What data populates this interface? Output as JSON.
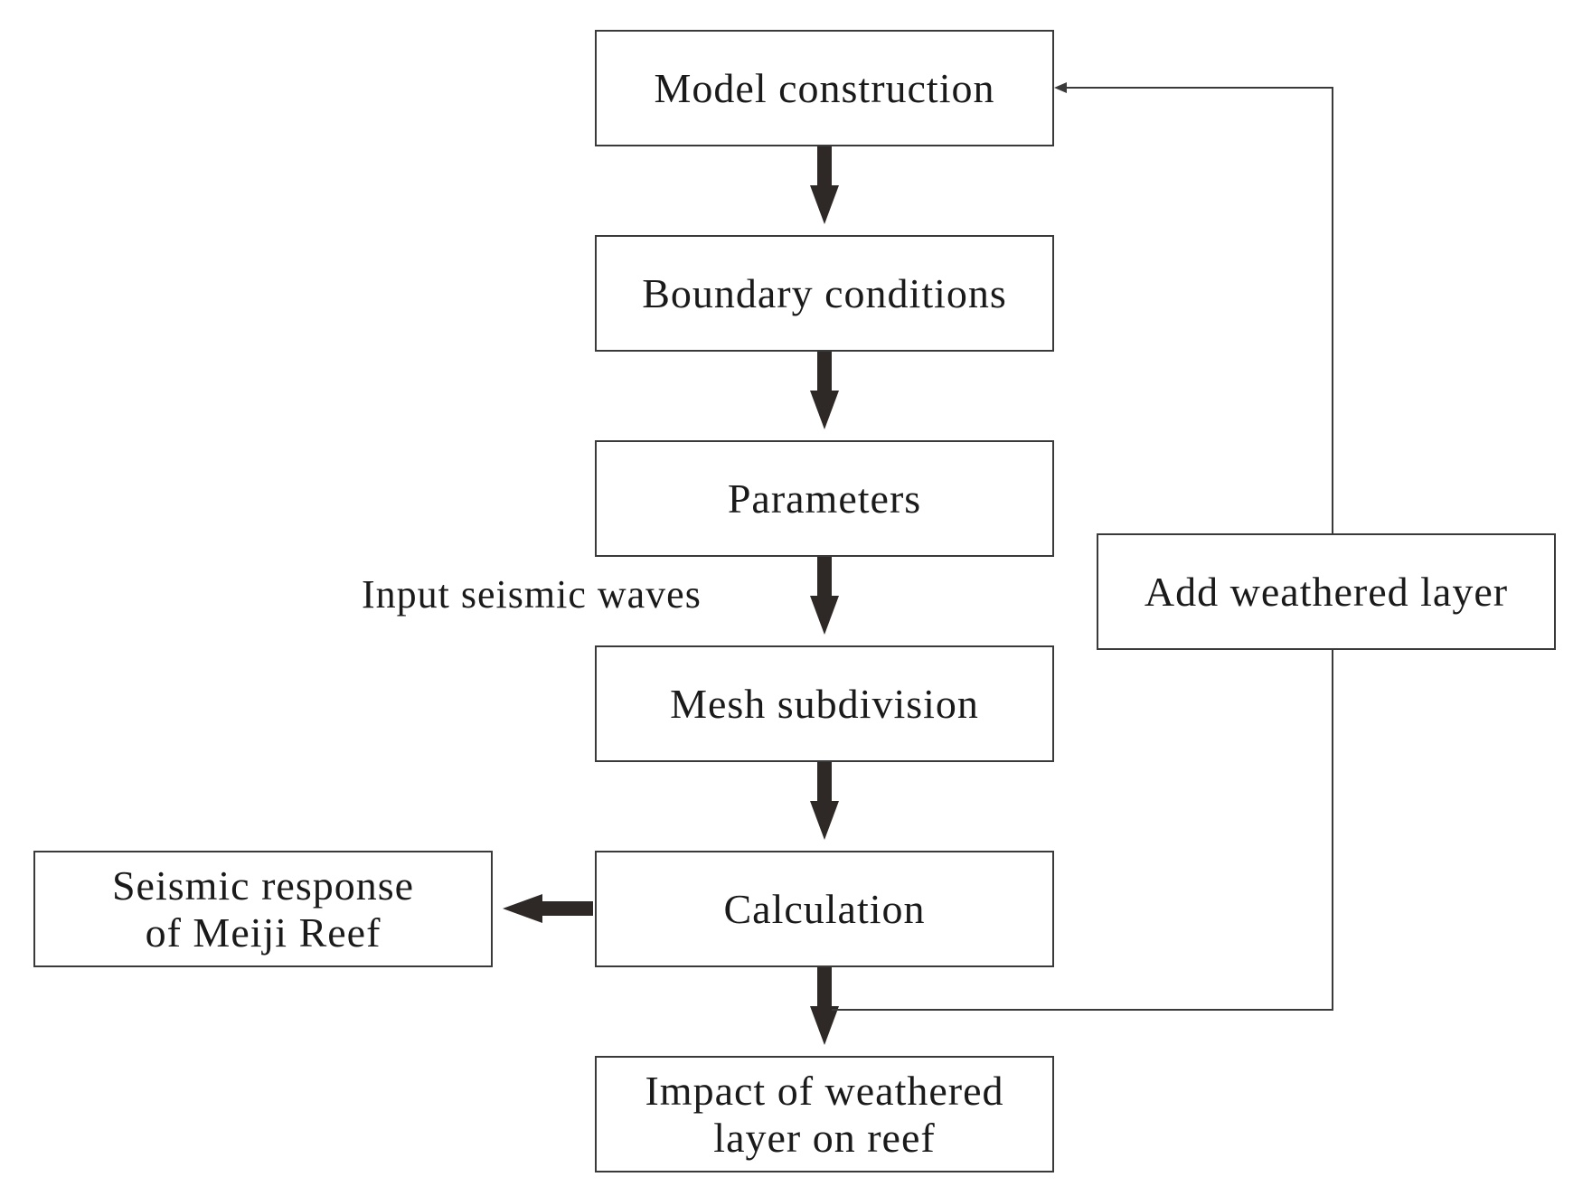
{
  "diagram": {
    "nodes": {
      "model_construction": "Model construction",
      "boundary_conditions": "Boundary conditions",
      "parameters": "Parameters",
      "mesh_subdivision": "Mesh subdivision",
      "calculation": "Calculation",
      "impact": "Impact of weathered\nlayer on reef",
      "seismic_response": "Seismic response\nof Meiji Reef",
      "add_weathered_layer": "Add weathered layer"
    },
    "edge_labels": {
      "input_seismic_waves": "Input seismic waves"
    },
    "colors": {
      "line": "#3a3a3a",
      "arrow": "#2e2826",
      "text": "#1a1a1a"
    }
  }
}
